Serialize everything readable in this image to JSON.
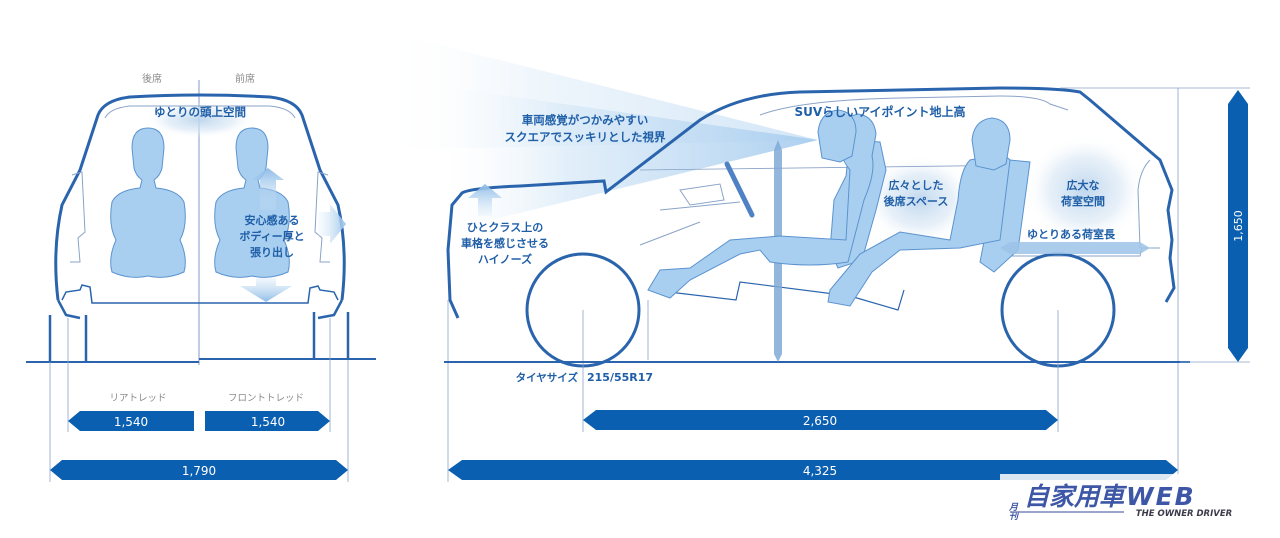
{
  "colors": {
    "accent": "#0b5fb0",
    "outline": "#2a64ad",
    "thin_line": "#6f8fc0",
    "body_fill": "#a9cff0",
    "body_stroke": "#5b93cf",
    "label_blue": "#1f5fa8",
    "label_gray": "#8a8a8a",
    "logo_blue": "#3d57a6"
  },
  "rear_view": {
    "seat_labels": {
      "rear": "後席",
      "front": "前席"
    },
    "headroom_label": "ゆとりの頭上空間",
    "body_callout": [
      "安心感ある",
      "ボディー厚と",
      "張り出し"
    ],
    "dimensions": {
      "rear_tread_label": "リアトレッド",
      "rear_tread": "1,540",
      "front_tread_label": "フロントトレッド",
      "front_tread": "1,540",
      "overall_width": "1,790"
    }
  },
  "side_view": {
    "visibility_callout": [
      "車両感覚がつかみやすい",
      "スクエアでスッキリとした視界"
    ],
    "high_nose_callout": [
      "ひとクラス上の",
      "車格を感じさせる",
      "ハイノーズ"
    ],
    "eyepoint_label": "SUVらしいアイポイント地上高",
    "rear_seat_callout": [
      "広々とした",
      "後席スペース"
    ],
    "cargo_callout": [
      "広大な",
      "荷室空間"
    ],
    "cargo_length_label": "ゆとりある荷室長",
    "tire_label": "タイヤサイズ",
    "tire_size": "215/55R17",
    "dimensions": {
      "wheelbase": "2,650",
      "overall_length": "4,325",
      "overall_height": "1,650"
    }
  },
  "logo": {
    "monthly": "月刊",
    "title": "自家用車",
    "web": "WEB",
    "tagline": "THE OWNER DRIVER"
  }
}
